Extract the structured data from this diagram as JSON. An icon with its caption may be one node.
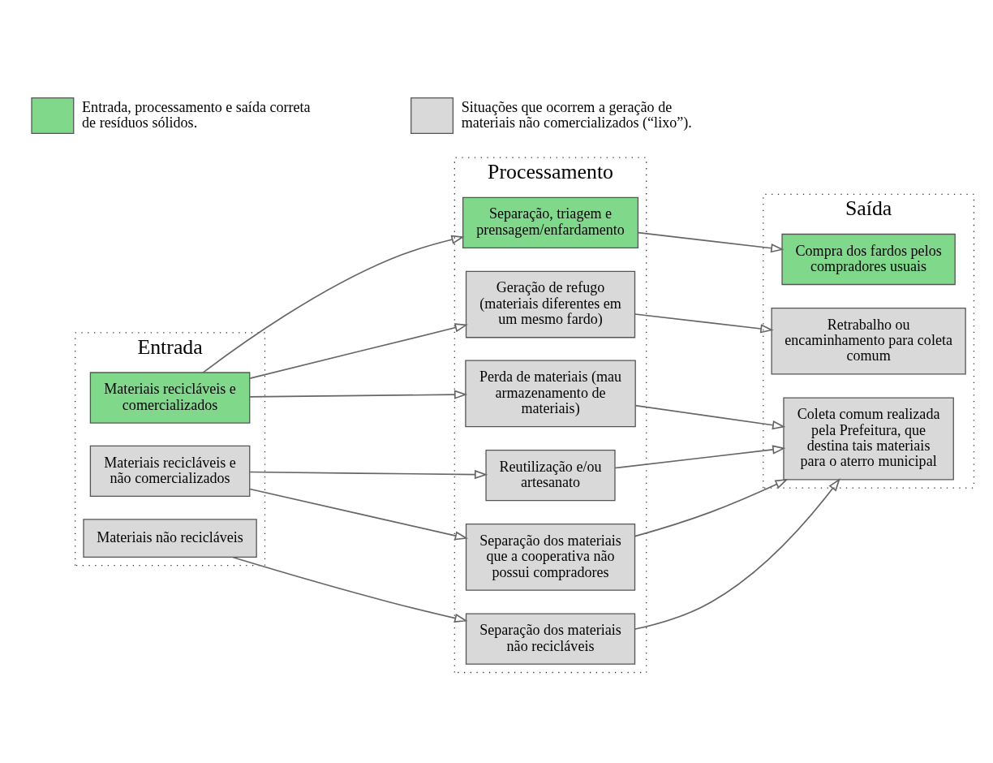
{
  "diagram": {
    "nodes": [
      {
        "text": [
          "Entrada"
        ]
      },
      {
        "text": [
          "Materiais recicláveis e comercializados"
        ],
        "in": 0
      },
      {
        "text": [
          "Materiais recicláveis e não comercializados"
        ],
        "in": 0
      },
      {
        "text": [
          "Materiais não recicláveis"
        ],
        "in": 0
      },
      {
        "text": [
          "Processamento"
        ]
      },
      {
        "text": [
          "Separação, triagem e prensagem/enfardamento"
        ],
        "in": 4
      },
      {
        "text": [
          "Geração de refugo (materiais diferentes em um mesmo fardo)"
        ],
        "in": 4
      },
      {
        "text": [
          "Perda de materiais (mau armazenamento de materiais)"
        ],
        "in": 4
      },
      {
        "text": [
          "Reutilização e/ou artesanato"
        ],
        "in": 4
      },
      {
        "text": [
          "Separação dos materiais que a cooperativa não possui compradores"
        ],
        "in": 4
      },
      {
        "text": [
          "Separação dos materiais não recicláveis"
        ],
        "in": 4
      },
      {
        "text": [
          "Saída"
        ]
      },
      {
        "text": [
          "Compra dos fardos pelos compradores usuais"
        ],
        "in": 11
      },
      {
        "text": [
          "Retrabalho ou encaminhamento para coleta comum"
        ],
        "in": 11
      },
      {
        "text": [
          "Coleta comum realizada pela Prefeitura, que destina tais materiais para o aterro municipal"
        ],
        "in": 11
      }
    ],
    "edges": [
      {
        "from": 1,
        "to": 5,
        "arrow": "to"
      },
      {
        "from": 1,
        "to": 6,
        "arrow": "to"
      },
      {
        "from": 1,
        "to": 7,
        "arrow": "to"
      },
      {
        "from": 2,
        "to": 8,
        "arrow": "to"
      },
      {
        "from": 2,
        "to": 9,
        "arrow": "to"
      },
      {
        "from": 3,
        "to": 10,
        "arrow": "to"
      },
      {
        "from": 5,
        "to": 12,
        "arrow": "to"
      },
      {
        "from": 6,
        "to": 13,
        "arrow": "to"
      },
      {
        "from": 7,
        "to": 14,
        "arrow": "to"
      },
      {
        "from": 8,
        "to": 14,
        "arrow": "to"
      },
      {
        "from": 9,
        "to": 14,
        "arrow": "to"
      },
      {
        "from": 10,
        "to": 14,
        "arrow": "to"
      }
    ],
    "legend": [
      {
        "text": "Entrada, processamento e saída correta de resíduos sólidos.",
        "color": "#80d98b"
      },
      {
        "text": "Situações que ocorrem a geração de materiais não comercializados (“lixo”).",
        "color": "#d9d9d9"
      }
    ]
  }
}
